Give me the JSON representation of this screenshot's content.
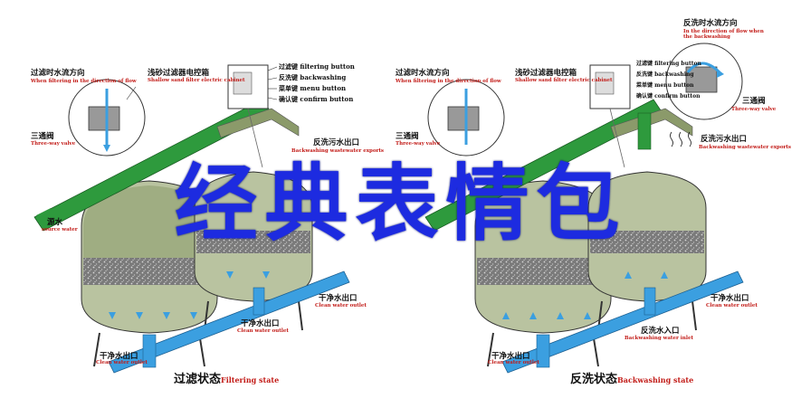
{
  "overlay_title": "经典表情包",
  "left_panel": {
    "caption_zh": "过滤状态",
    "caption_en": "Filtering state",
    "flow_dir_zh": "过滤时水流方向",
    "flow_dir_en": "When filtering in the direction of flow",
    "cabinet_zh": "浅砂过滤器电控箱",
    "cabinet_en": "Shallow sand filter electric cabinet",
    "btn_filter": "过滤键 filtering button",
    "btn_backwash": "反洗键 backwashing",
    "btn_menu": "菜单键 menu button",
    "btn_confirm": "确认键 confirm button",
    "three_way_zh": "三通阀",
    "three_way_en": "Three-way valve",
    "backwash_exp_zh": "反洗污水出口",
    "backwash_exp_en": "Backwashing wastewater exports",
    "source_zh": "源水",
    "source_en": "source water",
    "clean_outlet1_zh": "干净水出口",
    "clean_outlet1_en": "Clean water outlet",
    "clean_outlet2_zh": "干净水出口",
    "clean_outlet2_en": "Clean water outlet",
    "clean_outlet3_zh": "干净水出口",
    "clean_outlet3_en": "Clean water outlet"
  },
  "right_panel": {
    "caption_zh": "反洗状态",
    "caption_en": "Backwashing state",
    "flow_dir_zh": "过滤时水流方向",
    "flow_dir_en": "When filtering in the direction of flow",
    "bw_dir_zh": "反洗时水流方向",
    "bw_dir_en": "In the direction of flow when the backwashing",
    "cabinet_zh": "浅砂过滤器电控箱",
    "cabinet_en": "Shallow sand filter electric cabinet",
    "btn_filter": "过滤键 filtering button",
    "btn_backwash": "反洗键 backwashing",
    "btn_menu": "菜单键 menu button",
    "btn_confirm": "确认键 confirm button",
    "three_way_zh": "三通阀",
    "three_way_en": "Three-way valve",
    "three_way2_zh": "三通阀",
    "three_way2_en": "Three-way valve",
    "backwash_exp_zh": "反洗污水出口",
    "backwash_exp_en": "Backwashing wastewater exports",
    "bw_inlet_zh": "反洗水入口",
    "bw_inlet_en": "Backwashing water inlet",
    "clean_outlet1_zh": "干净水出口",
    "clean_outlet1_en": "Clean water outlet",
    "clean_outlet2_zh": "干净水出口",
    "clean_outlet2_en": "Clean water outlet"
  },
  "colors": {
    "green_pipe": "#2e9a3d",
    "blue_pipe": "#3b9fe0",
    "tank_olive": "#8b9a6a",
    "overlay_blue": "#1d2be0",
    "label_red": "#c21b17"
  }
}
